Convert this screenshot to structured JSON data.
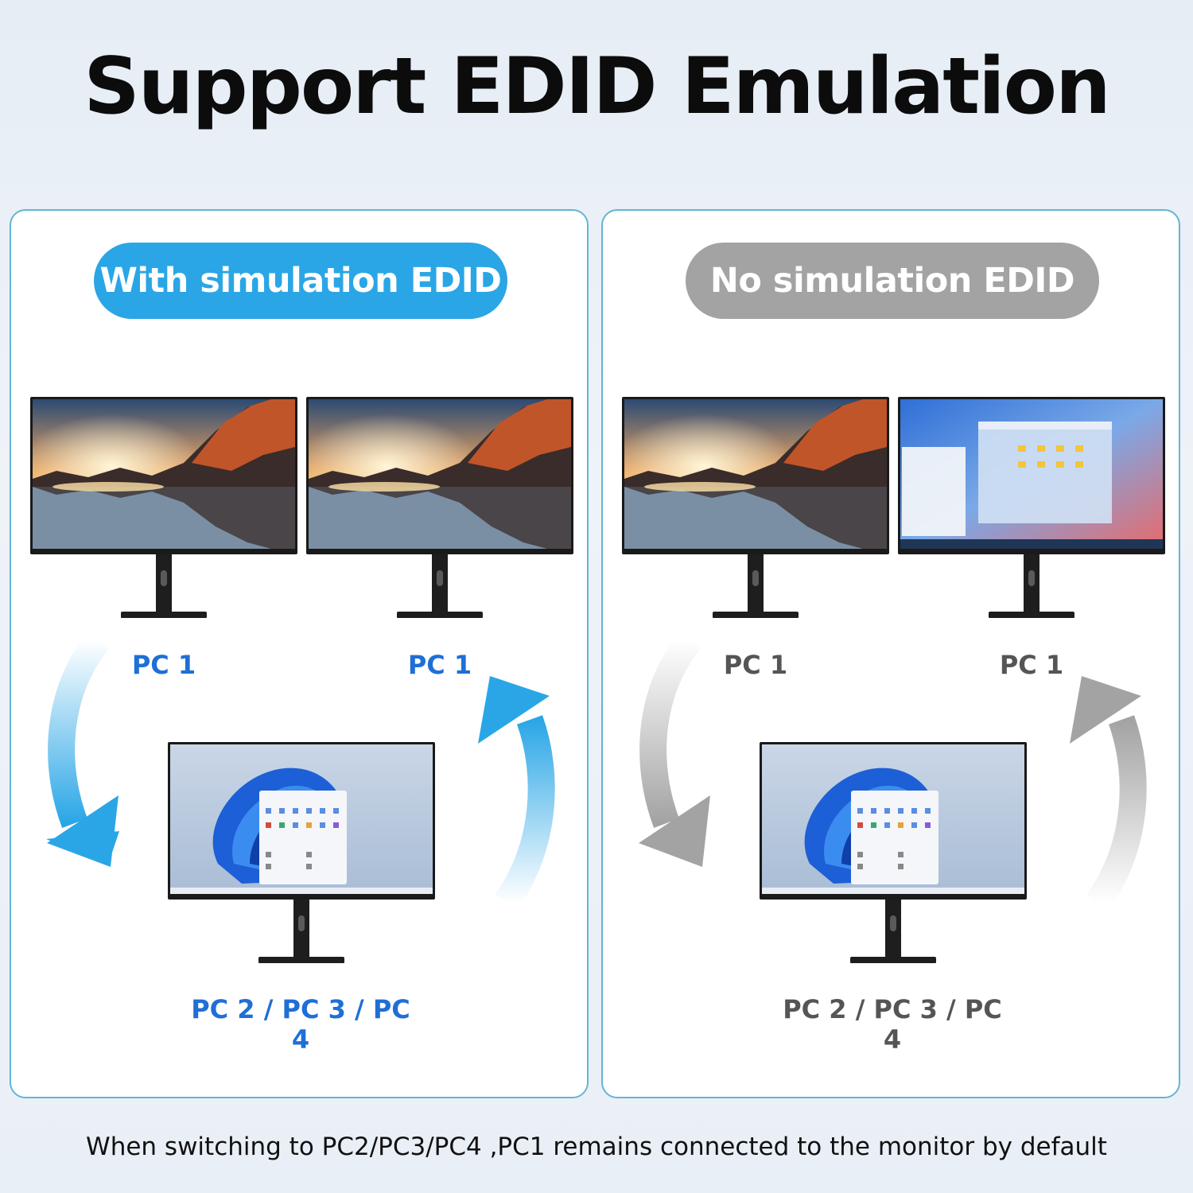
{
  "title": "Support EDID Emulation",
  "left_panel": {
    "pill": "With simulation EDID",
    "top_left_label": "PC 1",
    "top_right_label": "PC 1",
    "bottom_label": "PC 2 / PC 3 / PC 4",
    "accent": "#2aa6e6"
  },
  "right_panel": {
    "pill": "No simulation EDID",
    "top_left_label": "PC 1",
    "top_right_label": "PC 1",
    "bottom_label": "PC 2 / PC 3 / PC 4",
    "accent": "#a3a3a3"
  },
  "footer": "When switching to PC2/PC3/PC4 ,PC1 remains connected to the monitor by default"
}
